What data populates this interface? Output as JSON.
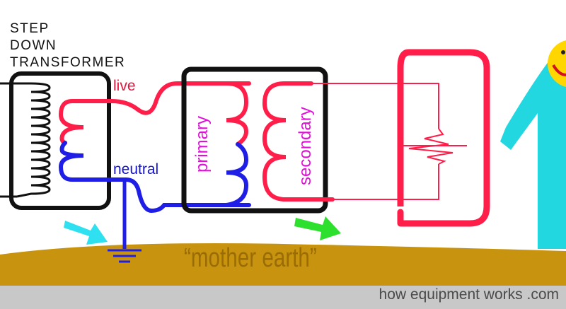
{
  "title": {
    "line1": "STEP",
    "line2": "DOWN",
    "line3": "TRANSFORMER"
  },
  "labels": {
    "live": "live",
    "neutral": "neutral",
    "primary": "primary",
    "secondary": "secondary",
    "earth": "“mother earth”"
  },
  "footer": {
    "credit": "how equipment works .com"
  },
  "colors": {
    "live_wire": "#ff1e4a",
    "neutral_wire": "#1e1ee6",
    "frame": "#111111",
    "ground": "#c8940f",
    "person": "#22d7df",
    "face": "#ffd600",
    "arrow_cyan": "#2ee0f0",
    "arrow_green": "#2de02d",
    "label_magenta": "#e010d8",
    "footer_bg": "#c8c8c8"
  },
  "icons": [
    "ground-symbol-icon",
    "cyan-arrow-icon",
    "green-arrow-icon",
    "resistor-icon",
    "smiley-face-icon"
  ]
}
